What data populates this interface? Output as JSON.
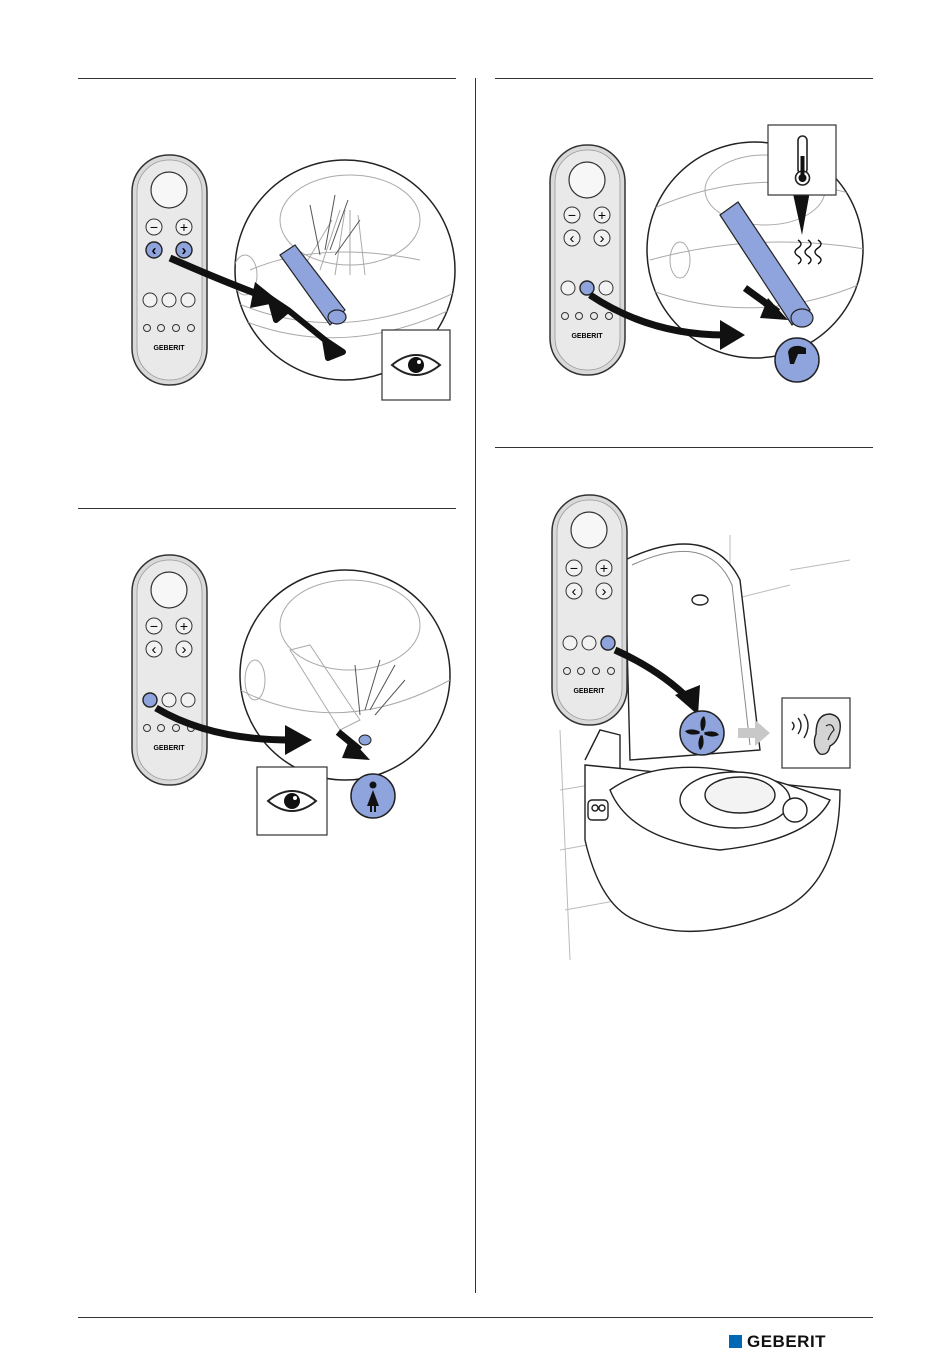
{
  "remote": {
    "brand": "GEBERIT",
    "minus_symbol": "−",
    "plus_symbol": "+",
    "prev_symbol": "‹",
    "next_symbol": "›"
  },
  "steps": [
    {
      "id": "step-1",
      "description": "Adjust shower arm position using arrow buttons",
      "indicator_icon": "eye-icon"
    },
    {
      "id": "step-2",
      "description": "Warm air dryer",
      "indicator_icon": "dryer-icon",
      "extra_icon": "thermometer-icon"
    },
    {
      "id": "step-3",
      "description": "Lady shower",
      "indicator_icon": "lady-shower-icon",
      "extra_icon": "eye-icon"
    },
    {
      "id": "step-4",
      "description": "Odour extraction fan audible",
      "indicator_icon": "fan-icon",
      "extra_icon": "ear-icon"
    }
  ],
  "footer": {
    "logo_text": "GEBERIT"
  },
  "colors": {
    "highlight": "#8fa4dc",
    "remote_body": "#d9d9d9",
    "remote_inner": "#e9e9e9",
    "brand_blue": "#0068b4",
    "arrow_gray": "#c8c8c8"
  }
}
